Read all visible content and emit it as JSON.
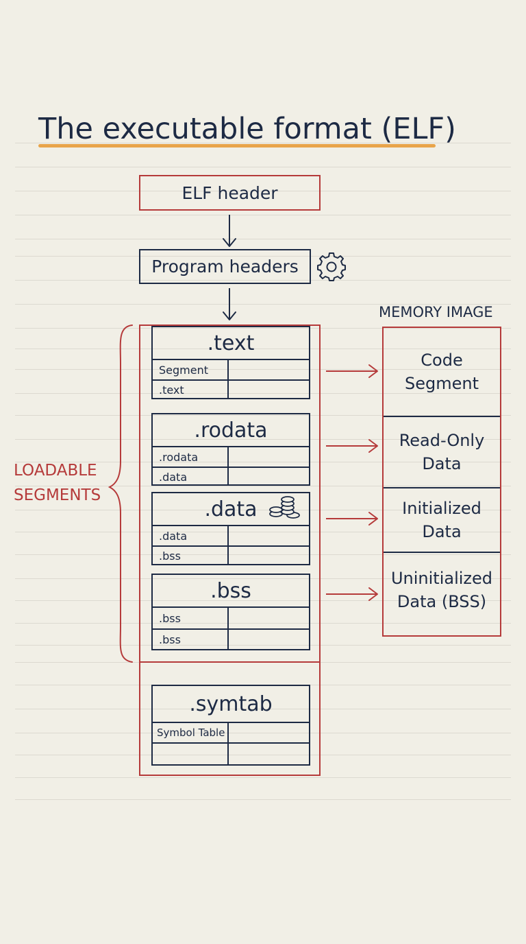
{
  "title": "The executable format (ELF)",
  "elf_header": "ELF header",
  "program_headers": "Program headers",
  "memory_image_label": "MEMORY IMAGE",
  "loadable_segments": [
    "LOADABLE",
    "SEGMENTS"
  ],
  "sections": [
    {
      "name": ".text",
      "rows": [
        "Segment",
        ".text"
      ]
    },
    {
      "name": ".rodata",
      "rows": [
        ".rodata",
        ".data"
      ]
    },
    {
      "name": ".data",
      "rows": [
        ".data",
        ".bss"
      ]
    },
    {
      "name": ".bss",
      "rows": [
        ".bss",
        ".bss"
      ]
    }
  ],
  "symtab": {
    "name": ".symtab",
    "rows": [
      "Symbol Table",
      ""
    ]
  },
  "memory_image": [
    {
      "lines": [
        "Code",
        "Segment"
      ]
    },
    {
      "lines": [
        "Read-Only",
        "Data"
      ]
    },
    {
      "lines": [
        "Initialized",
        "Data"
      ]
    },
    {
      "lines": [
        "Uninitialized",
        "Data (BSS)"
      ]
    }
  ],
  "icons": {
    "program_headers": "gear-icon",
    "data_section": "coins-icon"
  },
  "colors": {
    "red": "#b53a3a",
    "navy": "#1d2a44",
    "accent": "#e8a44a",
    "paper": "#f1efe6"
  }
}
